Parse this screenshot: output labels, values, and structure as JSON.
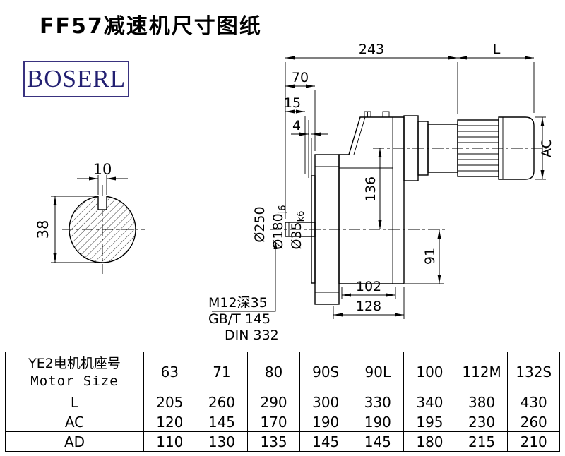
{
  "page": {
    "title": "FF57减速机尺寸图纸",
    "logo_text": "BOSERL"
  },
  "drawing": {
    "dims": {
      "total_length": "243",
      "motor_length": "L",
      "shaft_len": "70",
      "d15": "15",
      "d4": "4",
      "key_width": "10",
      "key_depth": "38",
      "axis_distance": "136",
      "d91": "91",
      "d102": "102",
      "d128": "128",
      "motor_diameter": "AC"
    },
    "diameters": {
      "flange": "Ø250",
      "spigot": "Ø180",
      "spigot_tol": "j6",
      "shaft": "Ø35",
      "shaft_tol": "k6"
    },
    "notes": {
      "tap_hole": "M12深35",
      "standard_gb": "GB/T 145",
      "standard_din": "DIN 332"
    }
  },
  "table": {
    "header": {
      "label_cn": "YE2电机机座号",
      "label_en": "Motor Size"
    },
    "sizes": [
      "63",
      "71",
      "80",
      "90S",
      "90L",
      "100",
      "112M",
      "132S"
    ],
    "rows": [
      {
        "label": "L",
        "values": [
          "205",
          "260",
          "290",
          "300",
          "330",
          "340",
          "380",
          "430"
        ]
      },
      {
        "label": "AC",
        "values": [
          "120",
          "145",
          "170",
          "190",
          "190",
          "195",
          "230",
          "260"
        ]
      },
      {
        "label": "AD",
        "values": [
          "110",
          "130",
          "135",
          "145",
          "145",
          "180",
          "215",
          "210"
        ]
      }
    ]
  }
}
